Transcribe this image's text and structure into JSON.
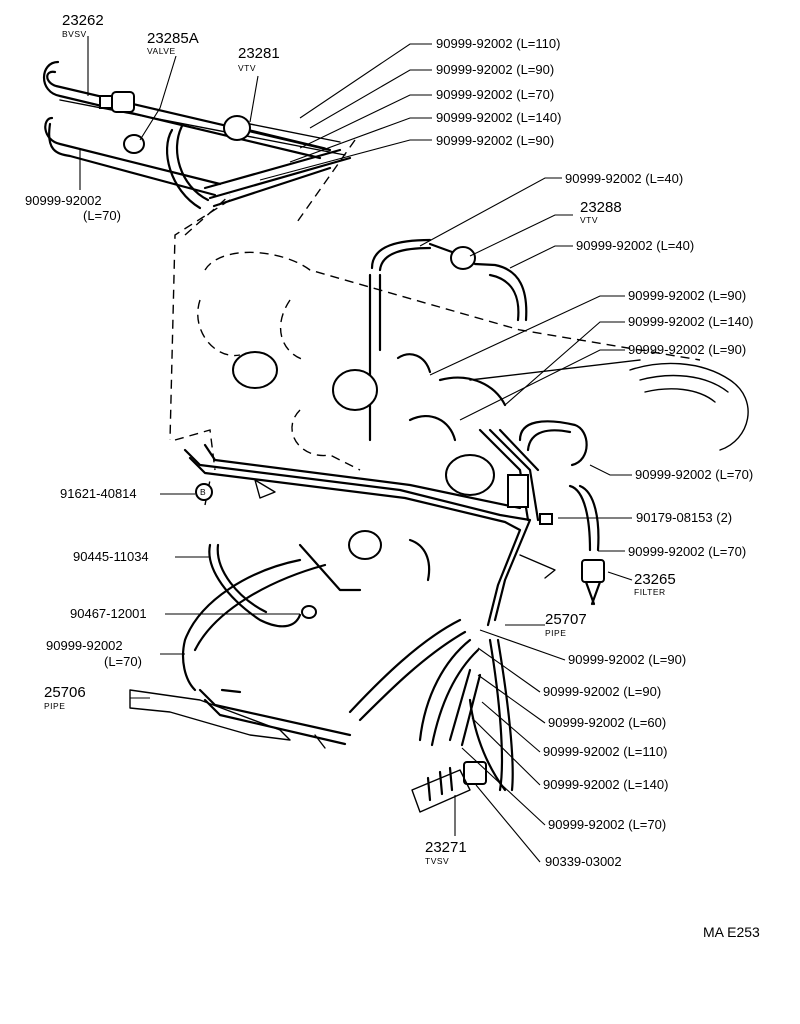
{
  "parts": {
    "bvsv": {
      "number": "23262",
      "name": "BVSV"
    },
    "valve": {
      "number": "23285A",
      "name": "VALVE"
    },
    "vtv_upper": {
      "number": "23281",
      "name": "VTV"
    },
    "vtv_mid": {
      "number": "23288",
      "name": "VTV"
    },
    "filter": {
      "number": "23265",
      "name": "FILTER"
    },
    "pipe_right": {
      "number": "25707",
      "name": "PIPE"
    },
    "pipe_left": {
      "number": "25706",
      "name": "PIPE"
    },
    "tvsv": {
      "number": "23271",
      "name": "TVSV"
    }
  },
  "hose_labels": {
    "h1": "90999-92002 (L=110)",
    "h2": "90999-92002 (L=90)",
    "h3": "90999-92002 (L=70)",
    "h4": "90999-92002 (L=140)",
    "h5": "90999-92002 (L=90)",
    "left_top_num": "90999-92002",
    "left_top_len": "(L=70)",
    "h6": "90999-92002 (L=40)",
    "h7": "90999-92002 (L=40)",
    "h8": "90999-92002 (L=90)",
    "h9": "90999-92002 (L=140)",
    "h10": "90999-92002 (L=90)",
    "h11": "90999-92002 (L=70)",
    "h12": "90999-92002 (L=70)",
    "left_mid_num": "90999-92002",
    "left_mid_len": "(L=70)",
    "b1": "90999-92002 (L=90)",
    "b2": "90999-92002 (L=90)",
    "b3": "90999-92002 (L=60)",
    "b4": "90999-92002 (L=110)",
    "b5": "90999-92002 (L=140)",
    "b6": "90999-92002 (L=70)"
  },
  "other_labels": {
    "clamp_b": "91621-40814",
    "clamp_b_marker": "B",
    "grommet": "90179-08153 (2)",
    "hose_left": "90445-11034",
    "clip": "90467-12001",
    "plug": "90339-03002"
  },
  "drawing_ref": "MA  E253"
}
